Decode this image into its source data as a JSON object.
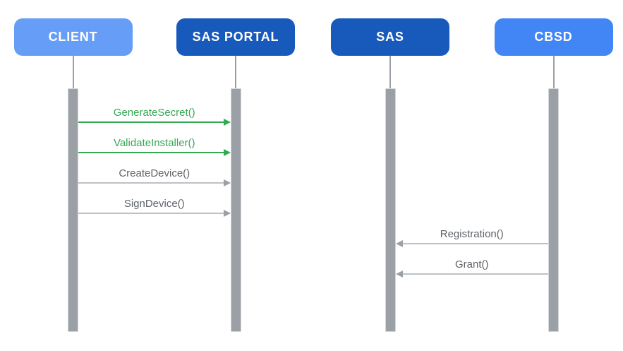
{
  "diagram": {
    "type": "sequence-diagram",
    "background": "#FFFFFF",
    "actors": [
      {
        "id": "client",
        "label": "CLIENT",
        "fill": "#669DF6",
        "text_color": "#FFFFFF"
      },
      {
        "id": "sas-portal",
        "label": "SAS PORTAL",
        "fill": "#185ABC",
        "text_color": "#FFFFFF"
      },
      {
        "id": "sas",
        "label": "SAS",
        "fill": "#185ABC",
        "text_color": "#FFFFFF"
      },
      {
        "id": "cbsd",
        "label": "CBSD",
        "fill": "#4285F4",
        "text_color": "#FFFFFF"
      }
    ],
    "messages": [
      {
        "label": "GenerateSecret()",
        "from": "client",
        "to": "sas-portal",
        "row": 0,
        "text_color": "#34A853",
        "line_color": "#34A853",
        "arrow_color": "#34A853",
        "line_weight": 2
      },
      {
        "label": "ValidateInstaller()",
        "from": "client",
        "to": "sas-portal",
        "row": 1,
        "text_color": "#34A853",
        "line_color": "#34A853",
        "arrow_color": "#34A853",
        "line_weight": 2
      },
      {
        "label": "CreateDevice()",
        "from": "client",
        "to": "sas-portal",
        "row": 2,
        "text_color": "#5F6368",
        "line_color": "#BDC1C6",
        "arrow_color": "#9AA0A6",
        "line_weight": 1.5
      },
      {
        "label": "SignDevice()",
        "from": "client",
        "to": "sas-portal",
        "row": 3,
        "text_color": "#5F6368",
        "line_color": "#BDC1C6",
        "arrow_color": "#9AA0A6",
        "line_weight": 1.5
      },
      {
        "label": "Registration()",
        "from": "cbsd",
        "to": "sas",
        "row": 4,
        "text_color": "#5F6368",
        "line_color": "#BDC1C6",
        "arrow_color": "#9AA0A6",
        "line_weight": 1.5
      },
      {
        "label": "Grant()",
        "from": "cbsd",
        "to": "sas",
        "row": 5,
        "text_color": "#5F6368",
        "line_color": "#BDC1C6",
        "arrow_color": "#9AA0A6",
        "line_weight": 1.5
      }
    ],
    "colors": {
      "green_accent": "#34A853",
      "gray_text": "#5F6368",
      "gray_arrow_line": "#BDC1C6",
      "gray_arrowhead": "#9AA0A6",
      "activation_bar_fill": "#9AA0A6",
      "activation_bar_border": "#D5D7DA",
      "lifeline": "#9AA0A6",
      "client_blue": "#669DF6",
      "dark_blue": "#185ABC",
      "cbsd_blue": "#4285F4"
    }
  }
}
